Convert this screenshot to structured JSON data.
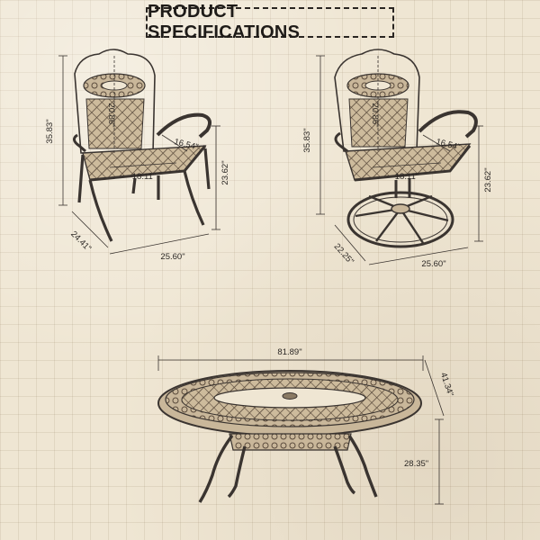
{
  "header": {
    "title": "PRODUCT SPECIFICATIONS"
  },
  "dining_chair": {
    "height": "35.83\"",
    "back_height": "20.86\"",
    "seat_depth": "16.54\"",
    "seat_width": "18.11\"",
    "arm_height": "23.62\"",
    "depth": "24.41\"",
    "width": "25.60\""
  },
  "swivel_chair": {
    "height": "35.83\"",
    "back_height": "20.86\"",
    "seat_depth": "16.54\"",
    "seat_width": "18.11\"",
    "arm_height": "23.62\"",
    "depth": "22.25\"",
    "width": "25.60\""
  },
  "table": {
    "length": "81.89\"",
    "width": "41.34\"",
    "height": "28.35\""
  },
  "colors": {
    "ink": "#3a3430",
    "paper": "#efe6d3",
    "metal": "#c9b79a"
  }
}
